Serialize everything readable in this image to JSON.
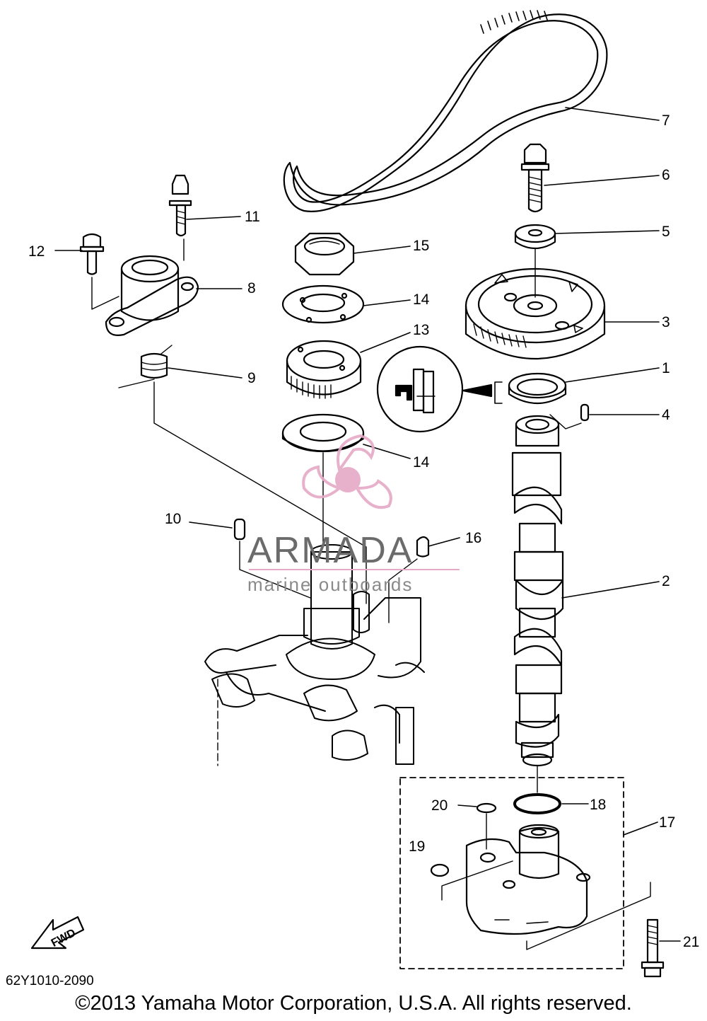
{
  "diagram": {
    "callouts": [
      "1",
      "2",
      "3",
      "4",
      "5",
      "6",
      "7",
      "8",
      "9",
      "10",
      "11",
      "12",
      "13",
      "14",
      "15",
      "16",
      "17",
      "18",
      "19",
      "20",
      "21"
    ],
    "callout_14_second": "14",
    "fwd_label": "FWD"
  },
  "watermark": {
    "brand": "ARMADA",
    "tagline": "marine outboards",
    "accent_color": "#e6a9c6"
  },
  "footer": {
    "drawing_code": "62Y1010-2090",
    "copyright": "©2013 Yamaha Motor Corporation, U.S.A. All rights reserved."
  }
}
